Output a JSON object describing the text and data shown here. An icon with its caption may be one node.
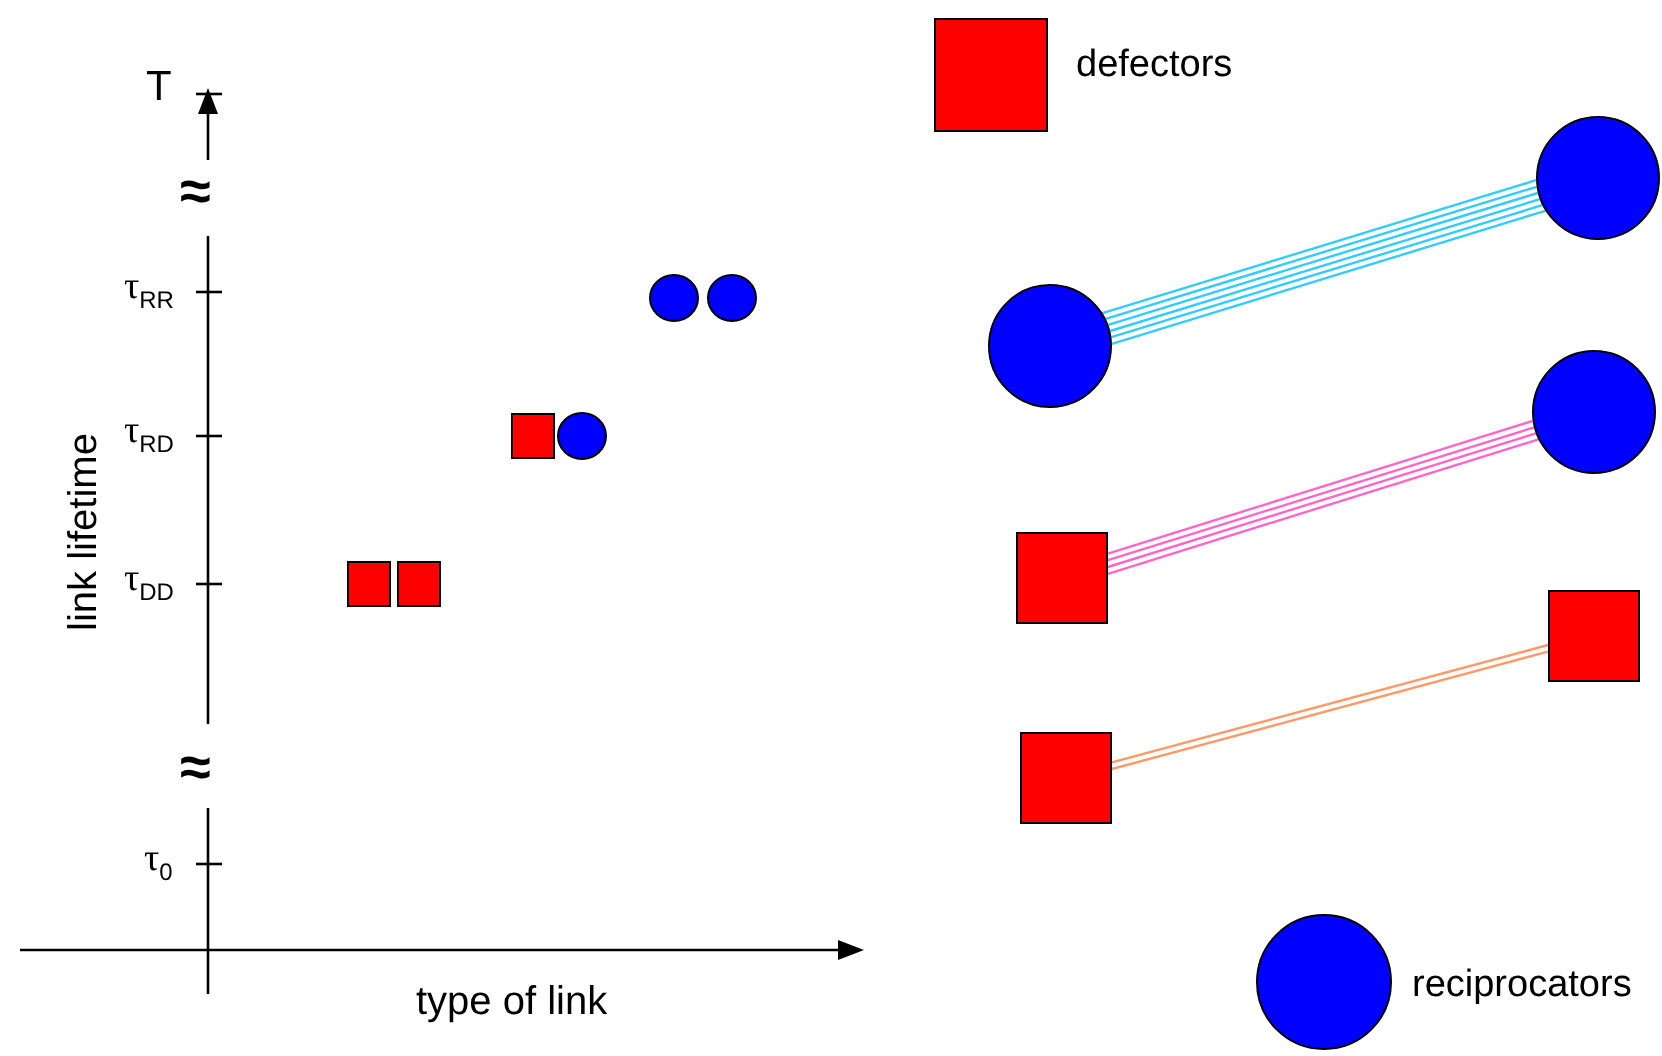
{
  "diagram": {
    "nodes": [
      {
        "text": [],
        "shape": "circle"
      },
      {
        "text": [],
        "shape": "circle"
      },
      {
        "text": [],
        "shape": "circle"
      },
      {
        "text": [],
        "shape": "box"
      },
      {
        "text": [],
        "shape": "box"
      },
      {
        "text": [],
        "shape": "box"
      }
    ],
    "edges": [
      {
        "from": 0,
        "to": 1,
        "arrow": "none",
        "color": "#33ccff"
      },
      {
        "from": 3,
        "to": 2,
        "arrow": "none",
        "color": "#ff66cc"
      },
      {
        "from": 5,
        "to": 4,
        "arrow": "none",
        "color": "#ff9966"
      }
    ],
    "labels": [
      "T",
      "≈",
      "τ$_{RR}$",
      "τ$_{RD}$",
      "link lifetime",
      "τ$_{DD}$",
      "≈",
      "τ$_{0}$",
      "type of link"
    ],
    "legend": [
      {
        "text": "defectors"
      },
      {
        "text": "reciprocators"
      }
    ]
  }
}
